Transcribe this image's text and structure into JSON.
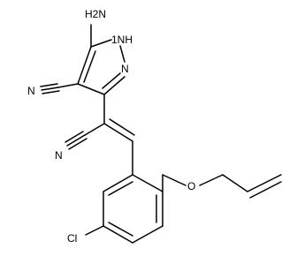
{
  "molecule": {
    "atom_labels": {
      "nh2": "H2N",
      "nh_ring": "1NH",
      "n_ring": "N",
      "cn_top": "N",
      "cn_left": "N",
      "ether_o": "O",
      "cl": "Cl"
    },
    "colors": {
      "bond": "#000000",
      "text": "#000000",
      "background": "#ffffff"
    }
  }
}
